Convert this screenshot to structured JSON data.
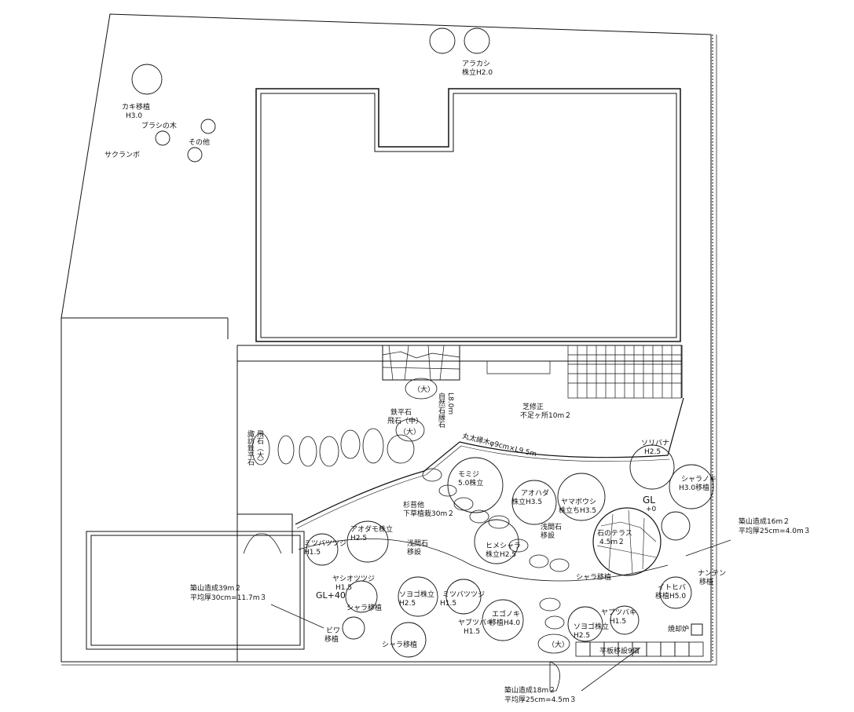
{
  "trees_north": {
    "arakashi": "アラカシ",
    "arakashi_size": "株立H2.0",
    "kaki": "カキ移植",
    "kaki_size": "H3.0",
    "brush": "ブラシの木",
    "sonota": "その他",
    "sakuranbo": "サクランボ"
  },
  "garden_labels": {
    "ishi_dai_1": "（大）",
    "tetsu_heiseki": "鉄平石",
    "tobiishi_chu": "飛石（中）",
    "ishi_dai_2": "（大）",
    "shizen_ishi": "自然石縁石",
    "shizen_len": "L8.0m",
    "suwa_1": "諏訪鉄平石",
    "suwa_2": "飛石（大）",
    "shiba": "芝修正",
    "shiba_detail": "不足ヶ所10m２",
    "maruta": "丸太縁木φ9cm×L9.5m",
    "momiji": "モミジ",
    "momiji_size": "5.0株立",
    "sugigoke": "杉苔他",
    "sugigoke_detail": "下草植栽30m２",
    "aodamo_1": "アオダモ株立",
    "aodamo_1_size": "H2.5",
    "mitsuba_1": "ミツバツツジ",
    "mitsuba_1_size": "H1.5",
    "asama_1": "浅間石",
    "asama_1_sub": "移設",
    "aohada": "アオハダ",
    "aohada_size": "株立H3.5",
    "yamaboushi": "ヤマボウシ",
    "yamaboushi_size": "株立ちH3.5",
    "asama_2": "浅間石",
    "asama_2_sub": "移設",
    "himeshara": "ヒメシャラ",
    "himeshara_size": "株立H2.5",
    "ishi_terrace": "石のテラス",
    "ishi_terrace_area": "4.5m２",
    "sorihana": "ソリバナ",
    "sorihana_size": "H2.5",
    "sharanoki": "シャラノキ",
    "sharanoki_size": "H3.0移植",
    "gl_mark": "GL",
    "gl_value": "+0",
    "yashio": "ヤシオツツジ",
    "yashio_size": "H1.5",
    "soyogo_1": "ソヨゴ株立",
    "soyogo_1_size": "H2.5",
    "mitsuba_2": "ミツバツツジ",
    "mitsuba_2_size": "H1.5",
    "shara_1": "シャラ移植",
    "gl_hand": "GL+40",
    "biwa": "ビワ",
    "biwa_sub": "移植",
    "shara_2": "シャラ移植",
    "yabutsubaki_1": "ヤブツバキ",
    "yabutsubaki_1_size": "H1.5",
    "egonoki": "エゴノキ",
    "egonoki_size": "移植H4.0",
    "soyogo_2": "ソヨゴ株立",
    "soyogo_2_size": "H2.5",
    "yabutsubaki_2": "ヤブツバキ",
    "yabutsubaki_2_size": "H1.5",
    "shara_3": "シャラ移植",
    "itohiba": "イトヒバ",
    "itohiba_size": "移植H5.0",
    "nanten": "ナンテン",
    "nanten_sub": "移植",
    "shokyakuro": "焼却炉",
    "ishi_dai_3": "（大）",
    "heiban": "平板移設9個"
  },
  "earthwork": {
    "left_title": "築山造成39m２",
    "left_detail": "平均厚30cm=11.7m３",
    "right_title": "築山造成16m２",
    "right_detail": "平均厚25cm=4.0m３",
    "bottom_title": "築山造成18m２",
    "bottom_detail": "平均厚25cm=4.5m３"
  }
}
